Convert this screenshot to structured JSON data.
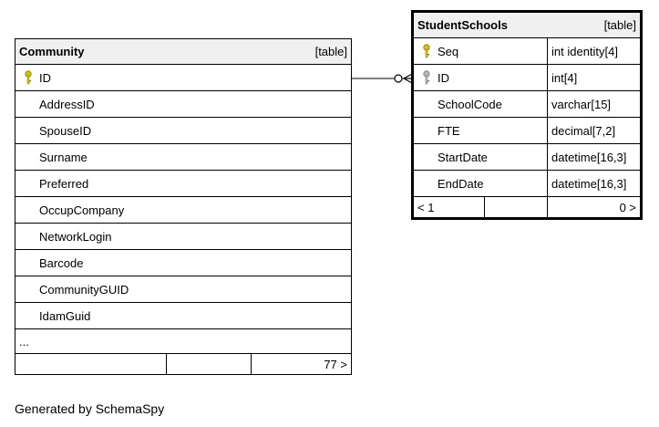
{
  "community": {
    "name": "Community",
    "kind": "[table]",
    "columns": [
      {
        "name": "ID",
        "key": "primary"
      },
      {
        "name": "AddressID"
      },
      {
        "name": "SpouseID"
      },
      {
        "name": "Surname"
      },
      {
        "name": "Preferred"
      },
      {
        "name": "OccupCompany"
      },
      {
        "name": "NetworkLogin"
      },
      {
        "name": "Barcode"
      },
      {
        "name": "CommunityGUID"
      },
      {
        "name": "IdamGuid"
      }
    ],
    "ellipsis": "...",
    "children": "77 >"
  },
  "student_schools": {
    "name": "StudentSchools",
    "kind": "[table]",
    "columns": [
      {
        "name": "Seq",
        "type": "int identity[4]",
        "key": "primary"
      },
      {
        "name": "ID",
        "type": "int[4]",
        "key": "foreign"
      },
      {
        "name": "SchoolCode",
        "type": "varchar[15]"
      },
      {
        "name": "FTE",
        "type": "decimal[7,2]"
      },
      {
        "name": "StartDate",
        "type": "datetime[16,3]"
      },
      {
        "name": "EndDate",
        "type": "datetime[16,3]"
      }
    ],
    "parents": "< 1",
    "children": "0 >"
  },
  "footer": "Generated by SchemaSpy",
  "colors": {
    "header_bg": "#f0f0f0",
    "primary_key": "#d9c300",
    "foreign_key": "#9a9a9a"
  }
}
